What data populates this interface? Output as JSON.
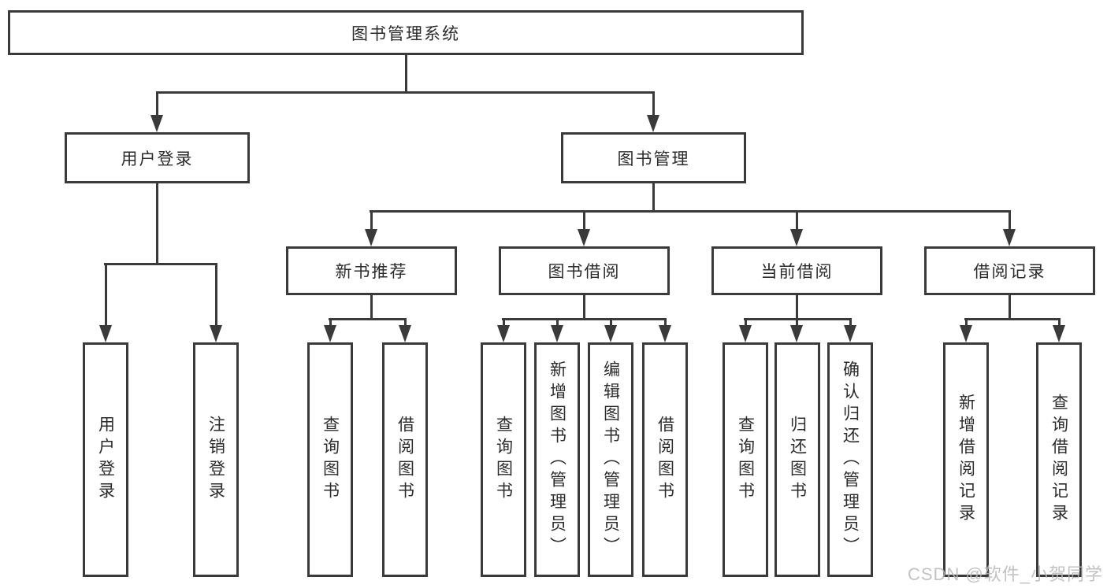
{
  "diagram": {
    "root": "图书管理系统",
    "branches": [
      {
        "label": "用户登录",
        "children": [
          "用户登录",
          "注销登录"
        ]
      },
      {
        "label": "图书管理",
        "children": [
          {
            "label": "新书推荐",
            "children": [
              "查询图书",
              "借阅图书"
            ]
          },
          {
            "label": "图书借阅",
            "children": [
              "查询图书",
              "新增图书（管理员）",
              "编辑图书（管理员）",
              "借阅图书"
            ]
          },
          {
            "label": "当前借阅",
            "children": [
              "查询图书",
              "归还图书",
              "确认归还（管理员）"
            ]
          },
          {
            "label": "借阅记录",
            "children": [
              "新增借阅记录",
              "查询借阅记录"
            ]
          }
        ]
      }
    ]
  },
  "watermark": "CSDN @软件_小贺同学",
  "colors": {
    "line": "#3a3a3a",
    "box_border": "#3a3a3a",
    "box_fill": "#ffffff",
    "text": "#2b2b2b",
    "watermark": "#b8b8b8"
  }
}
